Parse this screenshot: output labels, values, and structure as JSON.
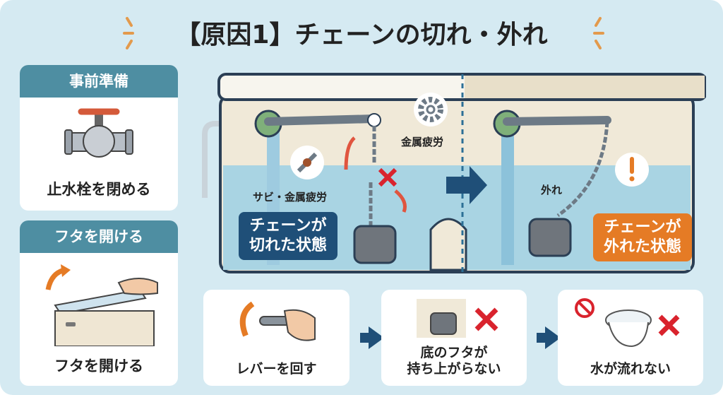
{
  "title": "【原因1】チェーンの切れ・外れ",
  "left_cards": [
    {
      "header": "事前準備",
      "label": "止水栓を閉める"
    },
    {
      "header": "フタを開ける",
      "label": "フタを開ける"
    }
  ],
  "diagram": {
    "broken": {
      "rust_label": "サビ・金属疲労",
      "fatigue_label": "金属疲労",
      "bubble": [
        "チェーンが",
        "切れた状態"
      ]
    },
    "detached": {
      "label": "外れ",
      "bubble": [
        "チェーンが",
        "外れた状態"
      ]
    }
  },
  "steps": [
    {
      "label": [
        "レバーを回す"
      ]
    },
    {
      "label": [
        "底のフタが",
        "持ち上がらない"
      ]
    },
    {
      "label": [
        "水が流れない"
      ]
    }
  ],
  "colors": {
    "background": "#d5eaf2",
    "header": "#4e8ea2",
    "navy": "#1f4f78",
    "orange": "#e57b25",
    "red": "#d9232d"
  }
}
